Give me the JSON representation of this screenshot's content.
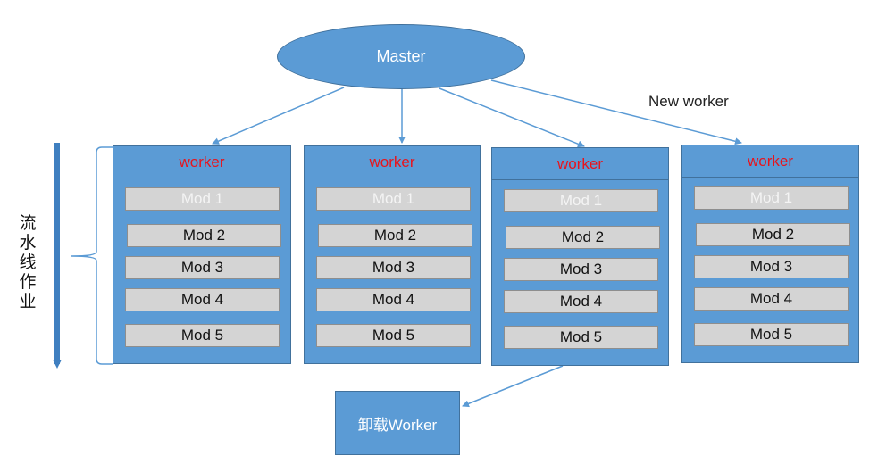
{
  "master": {
    "label": "Master"
  },
  "new_worker_label": "New worker",
  "pipeline_label": "流水线作业",
  "unload_worker_label": "卸载Worker",
  "colors": {
    "box_fill": "#5b9bd5",
    "box_border": "#41719c",
    "worker_title": "#e8141c",
    "mod_fill": "#d4d4d4"
  },
  "workers": [
    {
      "title": "worker",
      "mods": [
        "Mod 1",
        "Mod 2",
        "Mod 3",
        "Mod 4",
        "Mod 5"
      ]
    },
    {
      "title": "worker",
      "mods": [
        "Mod 1",
        "Mod 2",
        "Mod 3",
        "Mod 4",
        "Mod 5"
      ]
    },
    {
      "title": "worker",
      "mods": [
        "Mod 1",
        "Mod 2",
        "Mod 3",
        "Mod 4",
        "Mod 5"
      ]
    },
    {
      "title": "worker",
      "mods": [
        "Mod 1",
        "Mod 2",
        "Mod 3",
        "Mod 4",
        "Mod 5"
      ]
    }
  ]
}
